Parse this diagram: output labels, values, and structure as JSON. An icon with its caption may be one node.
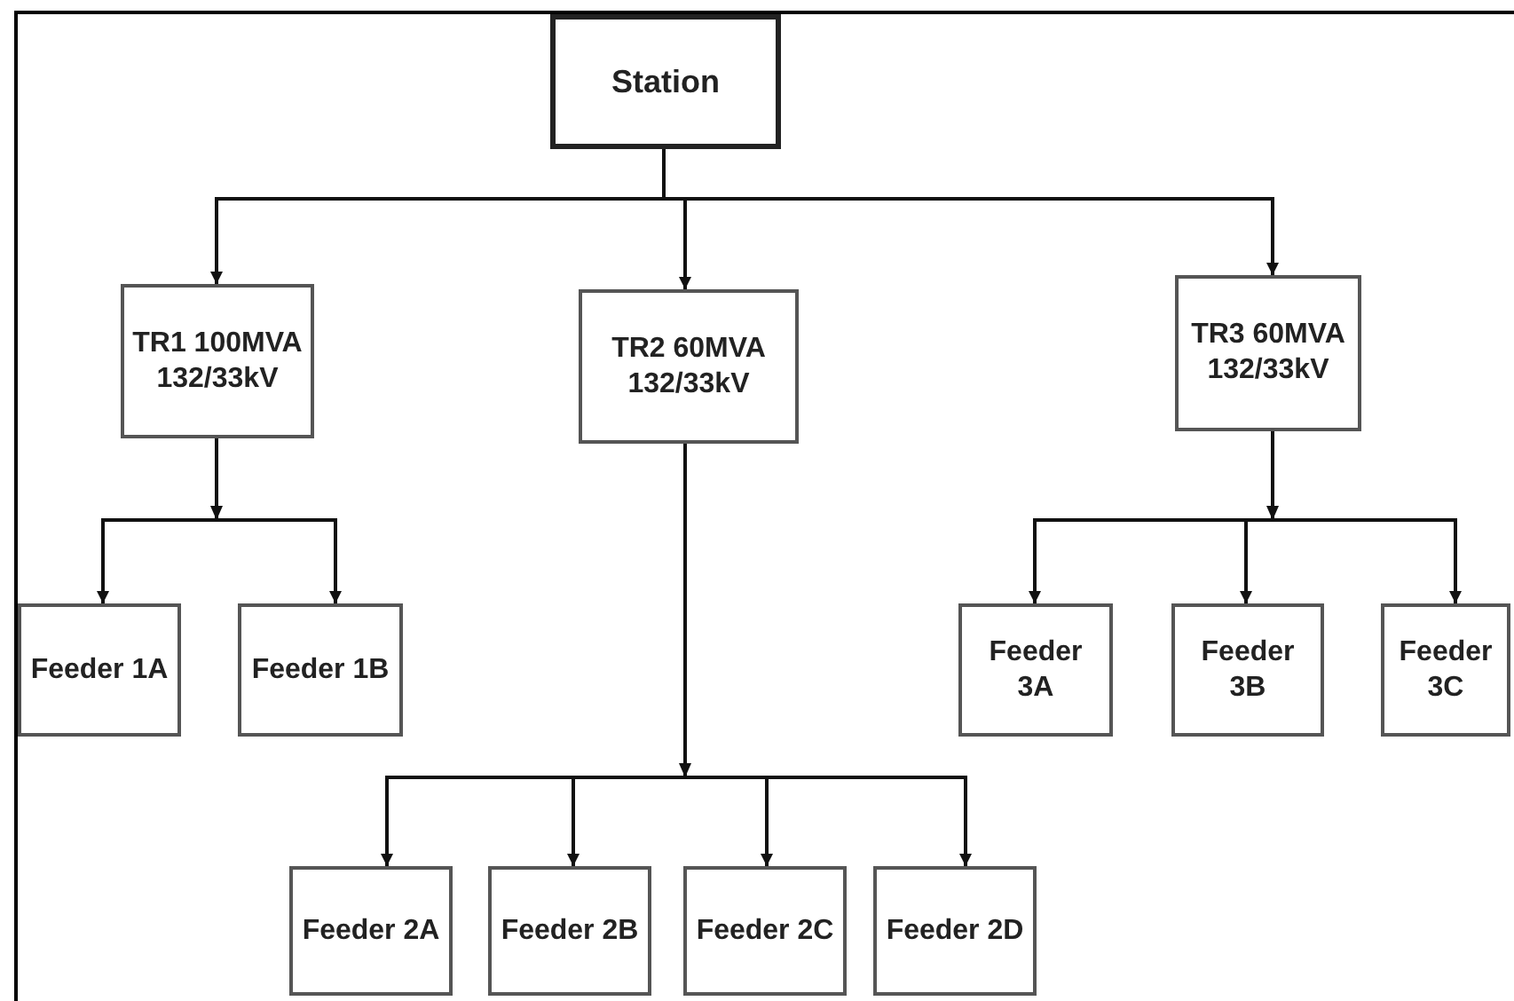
{
  "diagram": {
    "nodes": [
      {
        "text": [
          "Station"
        ]
      },
      {
        "text": [
          "TR1 100MVA 132/33kV"
        ]
      },
      {
        "text": [
          "TR2 60MVA 132/33kV"
        ]
      },
      {
        "text": [
          "TR3 60MVA 132/33kV"
        ]
      },
      {
        "text": [
          "Feeder 1A"
        ]
      },
      {
        "text": [
          "Feeder 1B"
        ]
      },
      {
        "text": [
          "Feeder 3A"
        ]
      },
      {
        "text": [
          "Feeder 3B"
        ]
      },
      {
        "text": [
          "Feeder 3C"
        ]
      },
      {
        "text": [
          "Feeder 2A"
        ]
      },
      {
        "text": [
          "Feeder 2B"
        ]
      },
      {
        "text": [
          "Feeder 2C"
        ]
      },
      {
        "text": [
          "Feeder 2D"
        ]
      }
    ],
    "edges": [
      {
        "from": 0,
        "to": 1,
        "arrow": "to"
      },
      {
        "from": 0,
        "to": 2,
        "arrow": "to"
      },
      {
        "from": 0,
        "to": 3,
        "arrow": "to"
      },
      {
        "from": 1,
        "to": 4,
        "arrow": "to"
      },
      {
        "from": 1,
        "to": 5,
        "arrow": "to"
      },
      {
        "from": 3,
        "to": 6,
        "arrow": "to"
      },
      {
        "from": 3,
        "to": 7,
        "arrow": "to"
      },
      {
        "from": 3,
        "to": 8,
        "arrow": "to"
      },
      {
        "from": 2,
        "to": 9,
        "arrow": "to"
      },
      {
        "from": 2,
        "to": 10,
        "arrow": "to"
      },
      {
        "from": 2,
        "to": 11,
        "arrow": "to"
      },
      {
        "from": 2,
        "to": 12,
        "arrow": "to"
      }
    ]
  }
}
